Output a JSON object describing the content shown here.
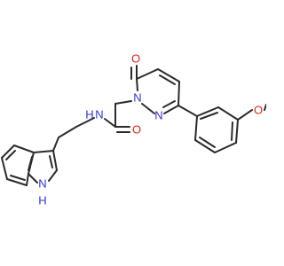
{
  "molecule": {
    "atom_labels": {
      "carbonyl_oxygen_top": "O",
      "pyridazinone_n1": "N",
      "pyridazinone_n2": "N",
      "methoxy_oxygen": "O",
      "amide_oxygen": "O",
      "amide_nitrogen": "N",
      "amide_hydrogen": "H",
      "indole_nitrogen": "N",
      "indole_hydrogen": "H"
    },
    "colors": {
      "bond": "#2b2b2b",
      "oxygen": "#e0211b",
      "nitrogen": "#3233d6",
      "background": "#ffffff"
    }
  }
}
